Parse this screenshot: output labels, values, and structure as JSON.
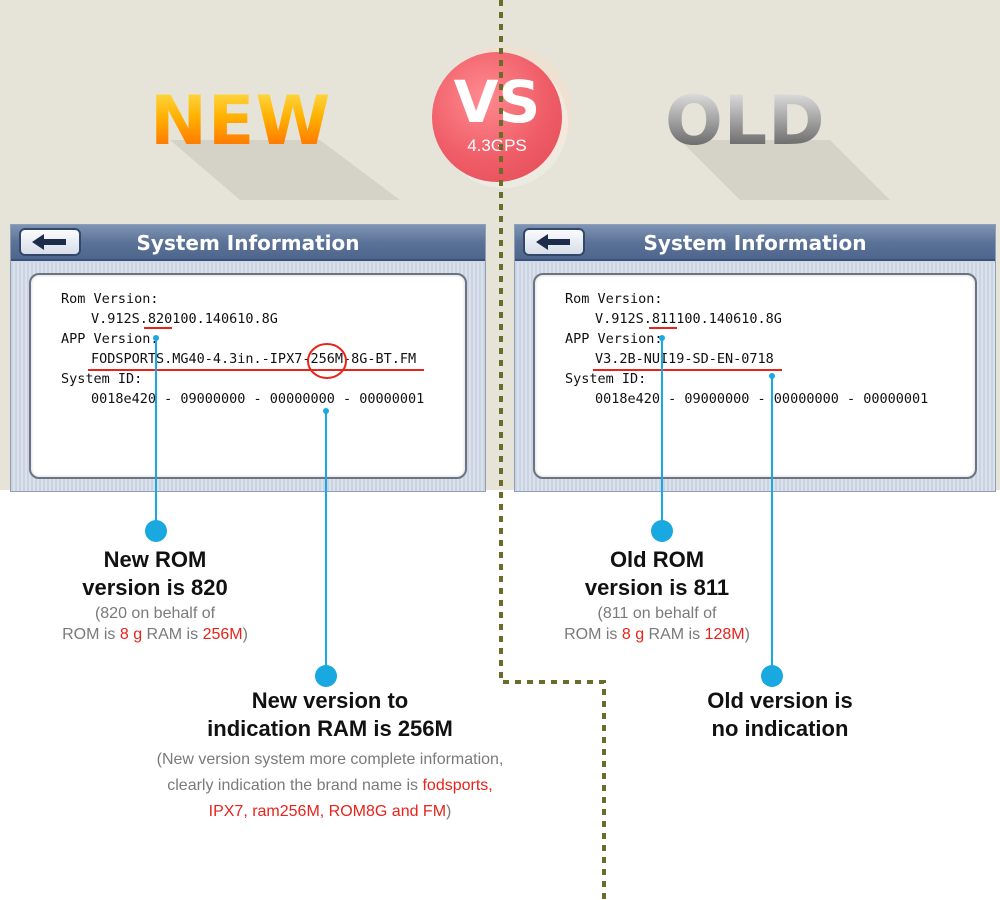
{
  "badges": {
    "new_label": "NEW",
    "old_label": "OLD",
    "vs_label": "VS",
    "vs_sublabel": "4.3GPS"
  },
  "new_panel": {
    "title": "System Information",
    "back_icon": "arrow-left-icon",
    "rom_label": "Rom Version:",
    "rom_value": "V.912S.820100.140610.8G",
    "app_label": "APP Version:",
    "app_value": "FODSPORTS.MG40-4.3in.-IPX7-256M-8G-BT.FM",
    "sysid_label": "System ID:",
    "sysid_value": "0018e420 - 09000000 - 00000000 - 00000001"
  },
  "old_panel": {
    "title": "System Information",
    "back_icon": "arrow-left-icon",
    "rom_label": "Rom Version:",
    "rom_value": "V.912S.811100.140610.8G",
    "app_label": "APP Version:",
    "app_value": "V3.2B-NUI19-SD-EN-0718",
    "sysid_label": "System ID:",
    "sysid_value": "0018e420 - 09000000 - 00000000 - 00000001"
  },
  "captions": {
    "new_rom": {
      "title_line1": "New ROM",
      "title_line2": "version is 820",
      "sub_line1": "(820 on behalf of",
      "sub_prefix": "ROM is ",
      "rom_size": "8 g",
      "sub_mid": " RAM is ",
      "ram_size": "256M",
      "sub_suffix": ")"
    },
    "new_ram": {
      "title_line1": "New version to",
      "title_line2": "indication RAM is 256M",
      "sub_line1": "(New version system more complete information,",
      "sub_line2_prefix": "clearly indication the brand name is ",
      "brand": "fodsports,",
      "sub_line3_red": "IPX7, ram256M, ROM8G and FM",
      "sub_line3_suffix": ")"
    },
    "old_rom": {
      "title_line1": "Old ROM",
      "title_line2": "version is 811",
      "sub_line1": "(811 on behalf of",
      "sub_prefix": "ROM is ",
      "rom_size": "8 g",
      "sub_mid": " RAM is ",
      "ram_size": "128M",
      "sub_suffix": ")"
    },
    "old_app": {
      "title_line1": "Old version is",
      "title_line2": "no indication"
    }
  },
  "colors": {
    "accent_blue": "#1aa8e0",
    "highlight_red": "#e8231b",
    "divider_olive": "#6b6b2a"
  }
}
